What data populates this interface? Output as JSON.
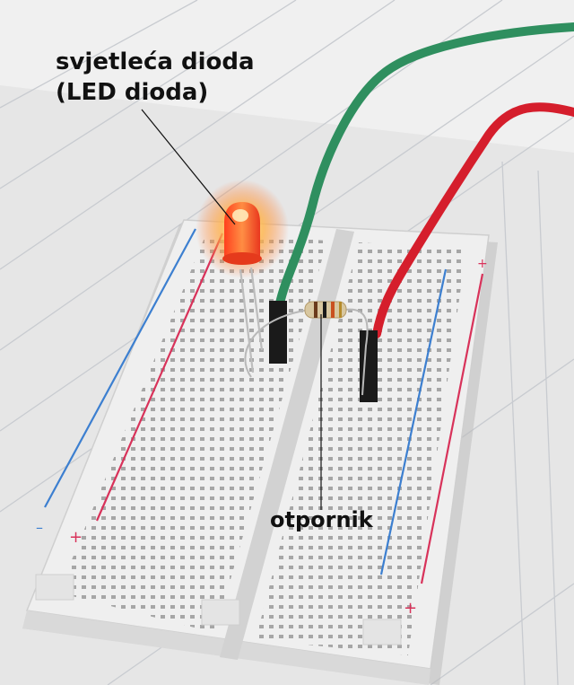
{
  "annotations": {
    "led": {
      "line1": "svjetleća dioda",
      "line2": "(LED dioda)"
    },
    "resistor": "otpornik"
  },
  "colors": {
    "paper": "#e9e9e9",
    "paper_lines": "#c9ccd0",
    "breadboard": "#f1f1f1",
    "led": "#ff4a20",
    "led_glow": "#ffd27a",
    "wire_green": "#2f8f5f",
    "wire_red": "#d51e2c",
    "rail_blue": "#3c7fd0",
    "rail_red": "#d8325a"
  }
}
